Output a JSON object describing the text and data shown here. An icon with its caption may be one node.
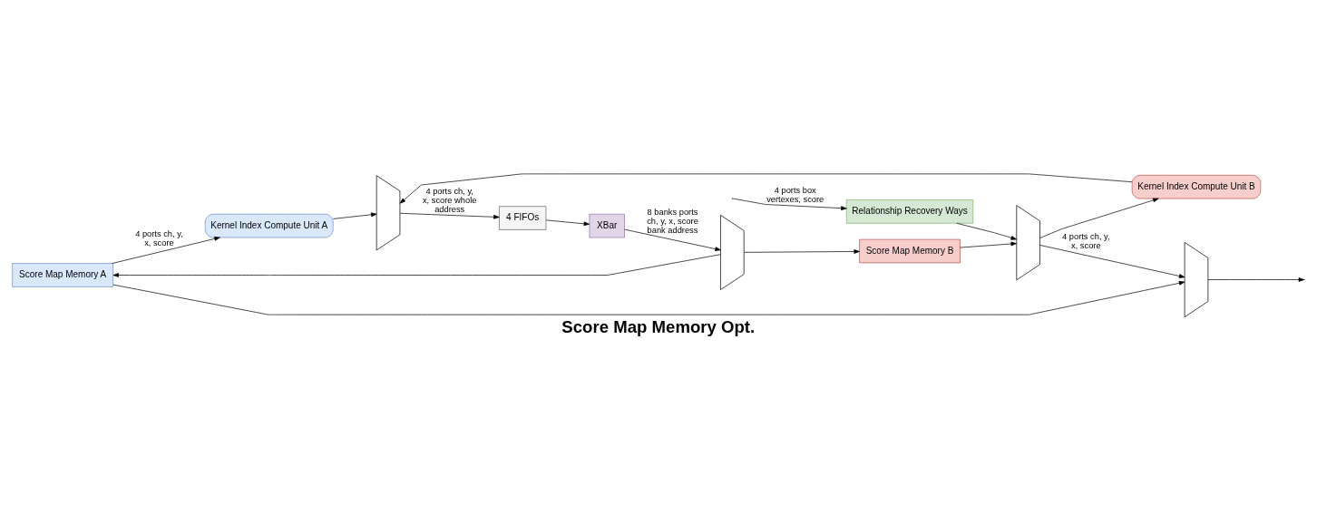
{
  "diagram": {
    "title": "Score Map Memory Opt.",
    "nodes": [
      {
        "text": [
          "Score Map Memory A"
        ]
      },
      {
        "text": [
          "Score Map Memory B"
        ]
      },
      {
        "text": [
          "Relationship Recovery Ways"
        ]
      },
      {
        "text": [],
        "shape": "trapezoid"
      },
      {
        "text": [],
        "shape": "trapezoid"
      },
      {
        "text": [
          "XBar"
        ]
      },
      {
        "text": [
          "4 FIFOs"
        ]
      },
      {
        "text": [],
        "shape": "trapezoid"
      },
      {
        "text": [
          "Kernel Index Compute Unit A"
        ]
      },
      {
        "text": [
          "Kernel Index Compute Unit B"
        ]
      },
      {
        "text": [],
        "shape": "trapezoid"
      }
    ],
    "edges": [
      {
        "from": null,
        "to": 2,
        "arrow": "to",
        "label": "4 ports box vertexes, score"
      },
      {
        "from": 3,
        "to": 0,
        "arrow": "to"
      },
      {
        "from": 3,
        "to": 1,
        "arrow": "to"
      },
      {
        "from": 5,
        "to": 3,
        "arrow": "to",
        "label": "8 banks ports ch, y, x, score bank address"
      },
      {
        "from": 1,
        "to": 4,
        "arrow": "to"
      },
      {
        "from": 2,
        "to": 4,
        "arrow": "to"
      },
      {
        "from": 4,
        "to": 10,
        "arrow": "to",
        "label": "4 ports ch, y, x, score"
      },
      {
        "from": 4,
        "to": 9,
        "arrow": "to"
      },
      {
        "from": 6,
        "to": 5,
        "arrow": "to"
      },
      {
        "from": 7,
        "to": 6,
        "arrow": "to",
        "label": "4 ports ch, y, x, score whole address"
      },
      {
        "from": 8,
        "to": 7,
        "arrow": "to"
      },
      {
        "from": 9,
        "to": 7,
        "arrow": "to"
      },
      {
        "from": 0,
        "to": 8,
        "arrow": "to",
        "label": "4 ports ch, y, x, score"
      },
      {
        "from": 0,
        "to": 10,
        "arrow": "to"
      },
      {
        "from": 10,
        "to": null,
        "arrow": "to"
      }
    ]
  }
}
